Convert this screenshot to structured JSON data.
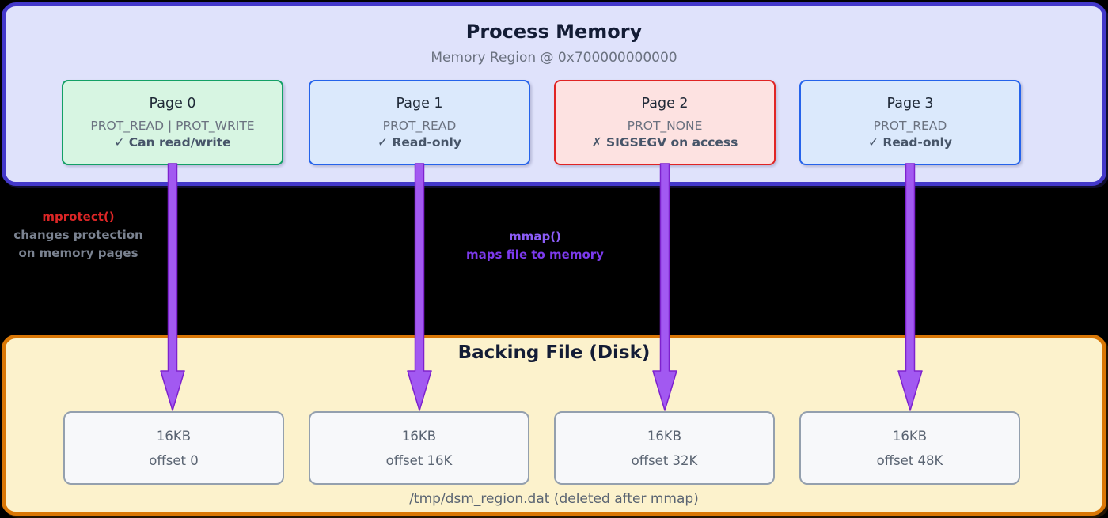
{
  "process_memory": {
    "title": "Process Memory",
    "subtitle": "Memory Region @ 0x700000000000",
    "pages": [
      {
        "name": "Page 0",
        "prot": "PROT_READ | PROT_WRITE",
        "status": "✓ Can read/write",
        "variant": "green"
      },
      {
        "name": "Page 1",
        "prot": "PROT_READ",
        "status": "✓ Read-only",
        "variant": "blue"
      },
      {
        "name": "Page 2",
        "prot": "PROT_NONE",
        "status": "✗ SIGSEGV on access",
        "variant": "red"
      },
      {
        "name": "Page 3",
        "prot": "PROT_READ",
        "status": "✓ Read-only",
        "variant": "blue"
      }
    ]
  },
  "edge_labels": {
    "mprotect": {
      "function": "mprotect()",
      "line1": "changes protection",
      "line2": "on memory pages"
    },
    "mmap": {
      "function": "mmap()",
      "line1": "maps file to memory"
    }
  },
  "backing_file": {
    "title": "Backing File (Disk)",
    "blocks": [
      {
        "size": "16KB",
        "offset": "offset 0"
      },
      {
        "size": "16KB",
        "offset": "offset 16K"
      },
      {
        "size": "16KB",
        "offset": "offset 32K"
      },
      {
        "size": "16KB",
        "offset": "offset 48K"
      }
    ],
    "footer": "/tmp/dsm_region.dat (deleted after mmap)"
  },
  "colors": {
    "canvas_bg": "#000000",
    "memory_region_fill": "#DFE2FB",
    "memory_region_border": "#4338CA",
    "page_readwrite_fill": "#D7F5E2",
    "page_readwrite_border": "#13A066",
    "page_readonly_fill": "#DBE9FC",
    "page_readonly_border": "#2563EB",
    "page_none_fill": "#FDE2E1",
    "page_none_border": "#E02424",
    "disk_fill": "#FCF2CC",
    "disk_border": "#D97706",
    "file_block_fill": "#F7F8FA",
    "file_block_border": "#94A0AE",
    "arrow_fill": "#A259F1",
    "arrow_stroke": "#7E22CE",
    "mprotect_red": "#DC2626",
    "mmap_purple": "#8B5CF6"
  }
}
